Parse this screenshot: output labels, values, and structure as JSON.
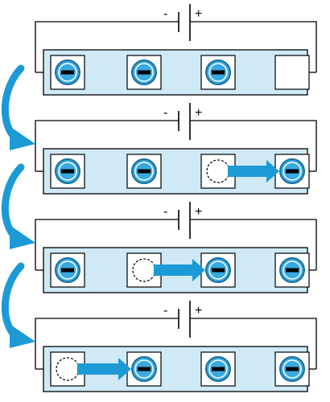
{
  "colors": {
    "strip_fill": "#cfe9f6",
    "ion_fill": "#39a9e1",
    "ion_outline": "#1c6e9a",
    "arrow": "#1c9ad6",
    "cell_fill": "#ffffff",
    "wire": "#000000"
  },
  "battery": {
    "negative_sign": "-",
    "positive_sign": "+"
  },
  "ion_symbol": "minus-sign",
  "stages": [
    {
      "cells": [
        "ion",
        "ion",
        "ion",
        "empty"
      ],
      "hop": null
    },
    {
      "cells": [
        "ion",
        "ion",
        "vacancy",
        "ion"
      ],
      "hop": {
        "from": 2,
        "to": 3
      }
    },
    {
      "cells": [
        "ion",
        "vacancy",
        "ion",
        "ion"
      ],
      "hop": {
        "from": 1,
        "to": 2
      }
    },
    {
      "cells": [
        "vacancy",
        "ion",
        "ion",
        "ion"
      ],
      "hop": {
        "from": 0,
        "to": 1
      }
    }
  ]
}
